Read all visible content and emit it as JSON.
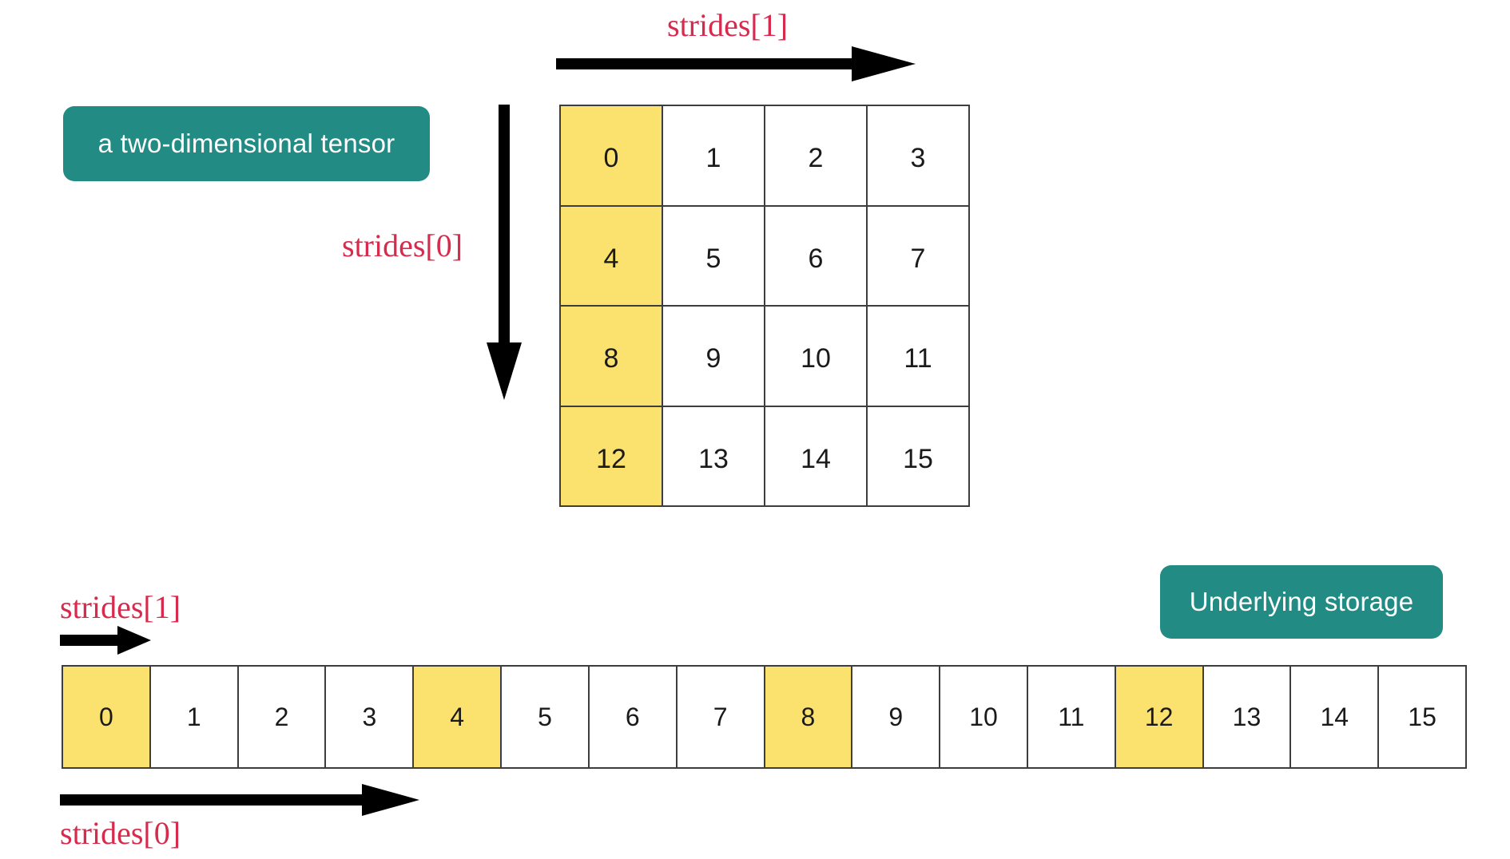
{
  "diagram": {
    "title_badge": "a two-dimensional tensor",
    "storage_badge": "Underlying storage",
    "labels": {
      "strides1_top": "strides[1]",
      "strides0_left": "strides[0]",
      "strides1_bottom": "strides[1]",
      "strides0_bottom": "strides[0]"
    },
    "colors": {
      "badge_teal": "#228B84",
      "label_red": "#D72B4E",
      "highlight_yellow": "#FBE16E",
      "cell_border": "#3d3d3d",
      "arrow_black": "#000000",
      "background": "#ffffff"
    },
    "tensor": {
      "rows": 4,
      "cols": 4,
      "values": [
        [
          "0",
          "1",
          "2",
          "3"
        ],
        [
          "4",
          "5",
          "6",
          "7"
        ],
        [
          "8",
          "9",
          "10",
          "11"
        ],
        [
          "12",
          "13",
          "14",
          "15"
        ]
      ],
      "highlighted_column": 0
    },
    "storage": {
      "length": 16,
      "values": [
        "0",
        "1",
        "2",
        "3",
        "4",
        "5",
        "6",
        "7",
        "8",
        "9",
        "10",
        "11",
        "12",
        "13",
        "14",
        "15"
      ],
      "highlighted_indices": [
        0,
        4,
        8,
        12
      ]
    },
    "arrows": [
      {
        "name": "strides1-top-arrow",
        "direction": "right"
      },
      {
        "name": "strides0-left-arrow",
        "direction": "down"
      },
      {
        "name": "strides1-bottom-arrow",
        "direction": "right"
      },
      {
        "name": "strides0-bottom-arrow",
        "direction": "right"
      }
    ]
  }
}
